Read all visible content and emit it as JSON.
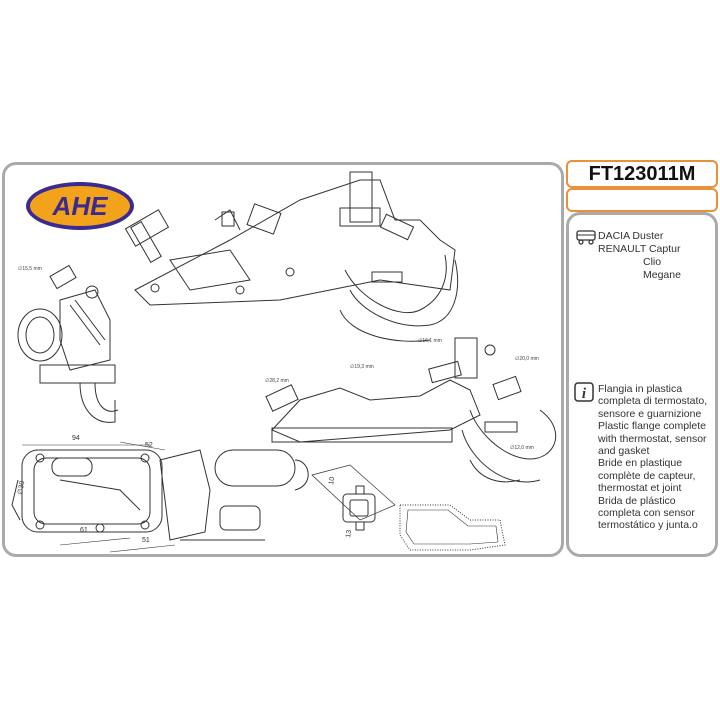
{
  "brand": {
    "logo_text": "AHE"
  },
  "product": {
    "code": "FT123011M"
  },
  "vehicles": {
    "line1": "DACIA Duster",
    "line2": "RENAULT Captur",
    "line3": "Clio",
    "line4": "Megane"
  },
  "description": {
    "it": "Flangia in plastica completa di termostato, sensore e guarnizione",
    "en": "Plastic flange complete with thermostat, sensor and gasket",
    "fr": "Bride en plastique complète de capteur, thermostat et joint",
    "es": "Brida de plástico completa con sensor termostático y junta.o"
  },
  "dimensions": {
    "d1": "∅15,5 mm",
    "d2": "∅28,2 mm",
    "d3": "∅19,3 mm",
    "d4": "∅16,1 mm",
    "d5": "∅20,0 mm",
    "d6": "∅12,0 mm",
    "w94": "94",
    "w52": "52",
    "w61": "61",
    "w51": "51",
    "w10": "10",
    "w13": "13",
    "wphi": "∅30"
  },
  "icons": [
    "truck-icon",
    "info-icon",
    "brand-logo"
  ],
  "colors": {
    "accent": "#e8913a",
    "border": "#aaaaaa",
    "logo_fill": "#f3a21c",
    "logo_text": "#3b2a8f"
  }
}
